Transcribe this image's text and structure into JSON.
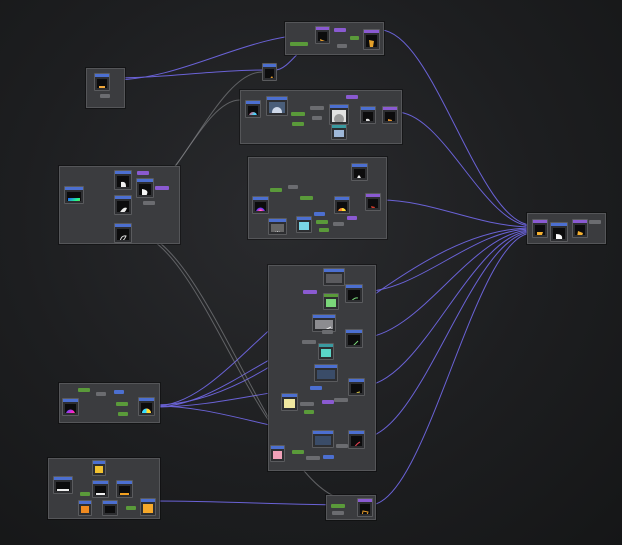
{
  "app": {
    "view": "node-graph"
  },
  "colors": {
    "background": "#1d1e20",
    "frame": "#3b3c3f",
    "node": "#2d2e31",
    "wire_primary": "#6a62d6",
    "wire_secondary": "#8b8c90",
    "header_blue": "#4c6fd0",
    "header_purple": "#8a5ad1",
    "header_green": "#5a9a3a"
  },
  "frames": [
    {
      "name": "frame-top-center"
    },
    {
      "name": "frame-left-small"
    },
    {
      "name": "frame-upper-center"
    },
    {
      "name": "frame-left-middle"
    },
    {
      "name": "frame-center-middle"
    },
    {
      "name": "frame-output-right"
    },
    {
      "name": "frame-tall-center"
    },
    {
      "name": "frame-left-lower"
    },
    {
      "name": "frame-left-bottom"
    },
    {
      "name": "frame-bottom-center"
    }
  ],
  "node_thumbnails": [
    {
      "id": "orange-mask",
      "icon": "orange-shape-icon"
    },
    {
      "id": "color-wheel",
      "icon": "color-wheel-icon"
    },
    {
      "id": "sphere",
      "icon": "sphere-icon"
    },
    {
      "id": "white-silhouette",
      "icon": "silhouette-icon"
    },
    {
      "id": "dots-pattern",
      "icon": "dot-pattern-icon"
    },
    {
      "id": "gradient-green",
      "icon": "gradient-swatch-icon"
    },
    {
      "id": "gradient-teal",
      "icon": "gradient-swatch-icon"
    },
    {
      "id": "gradient-yellow",
      "icon": "gradient-swatch-icon"
    },
    {
      "id": "gradient-pink",
      "icon": "gradient-swatch-icon"
    },
    {
      "id": "orange-layers",
      "icon": "layers-icon"
    }
  ]
}
